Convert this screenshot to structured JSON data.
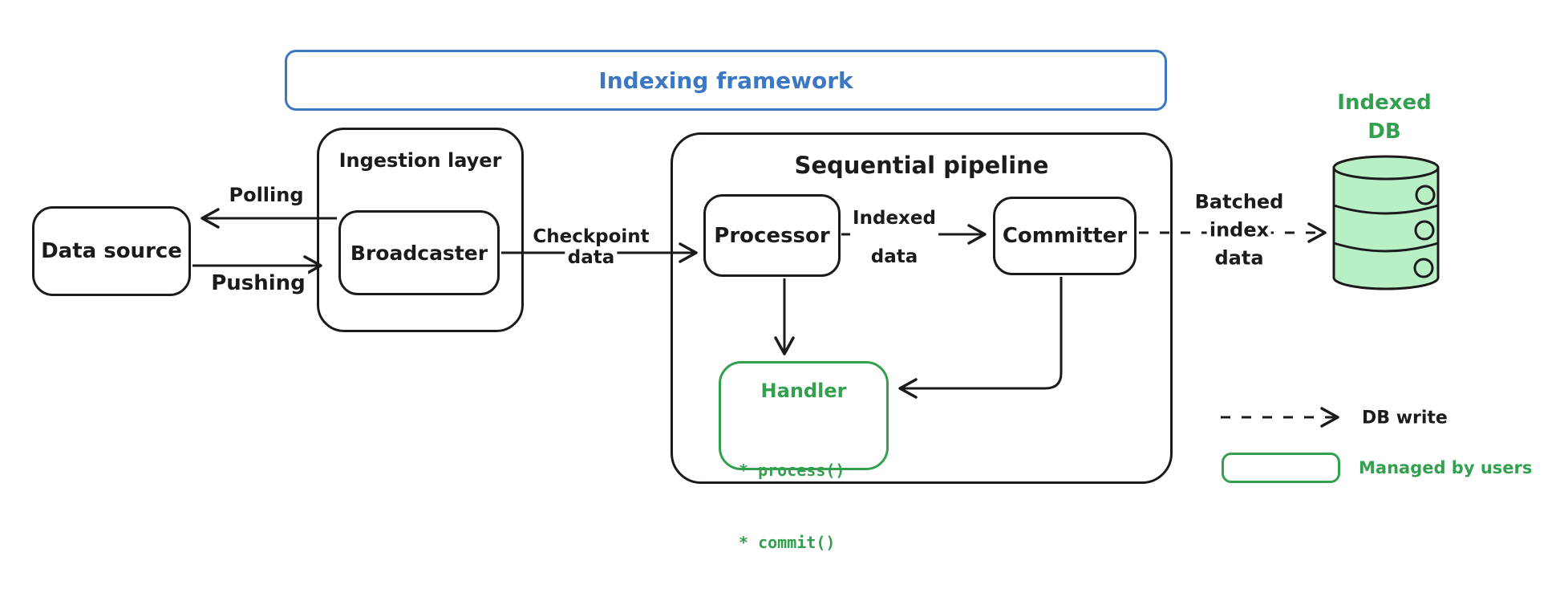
{
  "colors": {
    "ink": "#1b1b1b",
    "blue": "#3b77c3",
    "green": "#33a04f",
    "green_fill": "#b9efc5"
  },
  "framework": {
    "title": "Indexing framework"
  },
  "nodes": {
    "data_source": {
      "label": "Data source"
    },
    "ingestion_layer": {
      "title": "Ingestion layer"
    },
    "broadcaster": {
      "label": "Broadcaster"
    },
    "sequential_pipeline": {
      "title": "Sequential pipeline"
    },
    "processor": {
      "label": "Processor"
    },
    "committer": {
      "label": "Committer"
    },
    "handler": {
      "title": "Handler",
      "methods": [
        "* process()",
        "* commit()"
      ]
    },
    "indexed_db": {
      "line1": "Indexed",
      "line2": "DB"
    }
  },
  "edges": {
    "polling": {
      "label": "Polling"
    },
    "pushing": {
      "label": "Pushing"
    },
    "checkpoint": {
      "line1": "Checkpoint",
      "line2": "data"
    },
    "indexed_data": {
      "line1": "Indexed",
      "line2": "data"
    },
    "batched_index": {
      "line1": "Batched",
      "line2": "index",
      "line3": "data"
    }
  },
  "legend": {
    "db_write": "DB write",
    "managed_by_users": "Managed by users"
  }
}
